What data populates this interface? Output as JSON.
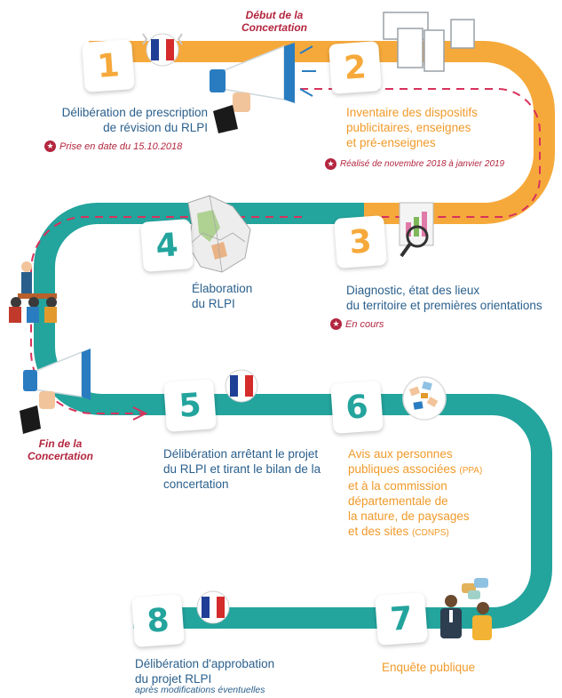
{
  "steps": [
    {
      "number": "1",
      "text": [
        "Délibération de prescription",
        "de révision du RLPI"
      ],
      "note": "Prise en date du 15.10.2018"
    },
    {
      "number": "2",
      "text": [
        "Inventaire des dispositifs",
        "publicitaires, enseignes",
        "et pré-enseignes"
      ],
      "note": "Réalisé de novembre 2018 à janvier 2019"
    },
    {
      "number": "3",
      "text": [
        "Diagnostic, état des lieux",
        "du territoire et premières orientations"
      ],
      "note": "En cours"
    },
    {
      "number": "4",
      "text": [
        "Élaboration",
        "du RLPI"
      ]
    },
    {
      "number": "5",
      "text": [
        "Délibération arrêtant le projet",
        "du RLPI et tirant le bilan de la",
        "concertation"
      ]
    },
    {
      "number": "6",
      "text": [
        "Avis aux personnes",
        "publiques associées",
        "(PPA)",
        "et à la commission",
        "départementale de",
        "la nature, de paysages",
        "et des sites",
        "(CDNPS)"
      ]
    },
    {
      "number": "7",
      "text": [
        "Enquête publique"
      ]
    },
    {
      "number": "8",
      "text": [
        "Délibération d'approbation",
        "du projet RLPI"
      ],
      "note": "après modifications éventuelles"
    }
  ],
  "concertation": {
    "start": [
      "Début de la",
      "Concertation"
    ],
    "end": [
      "Fin de la",
      "Concertation"
    ]
  },
  "colors": {
    "orange": "#f6a93b",
    "teal": "#23a49d",
    "text_blue": "#2a5f8c",
    "text_orange": "#f09a2a",
    "accent_red": "#b3263f"
  },
  "icons": [
    "french-flag-badge-icon",
    "megaphone-icon",
    "screens-icon",
    "magnifier-document-icon",
    "map-icon",
    "meeting-icon",
    "documents-circle-icon",
    "discussion-icon"
  ]
}
